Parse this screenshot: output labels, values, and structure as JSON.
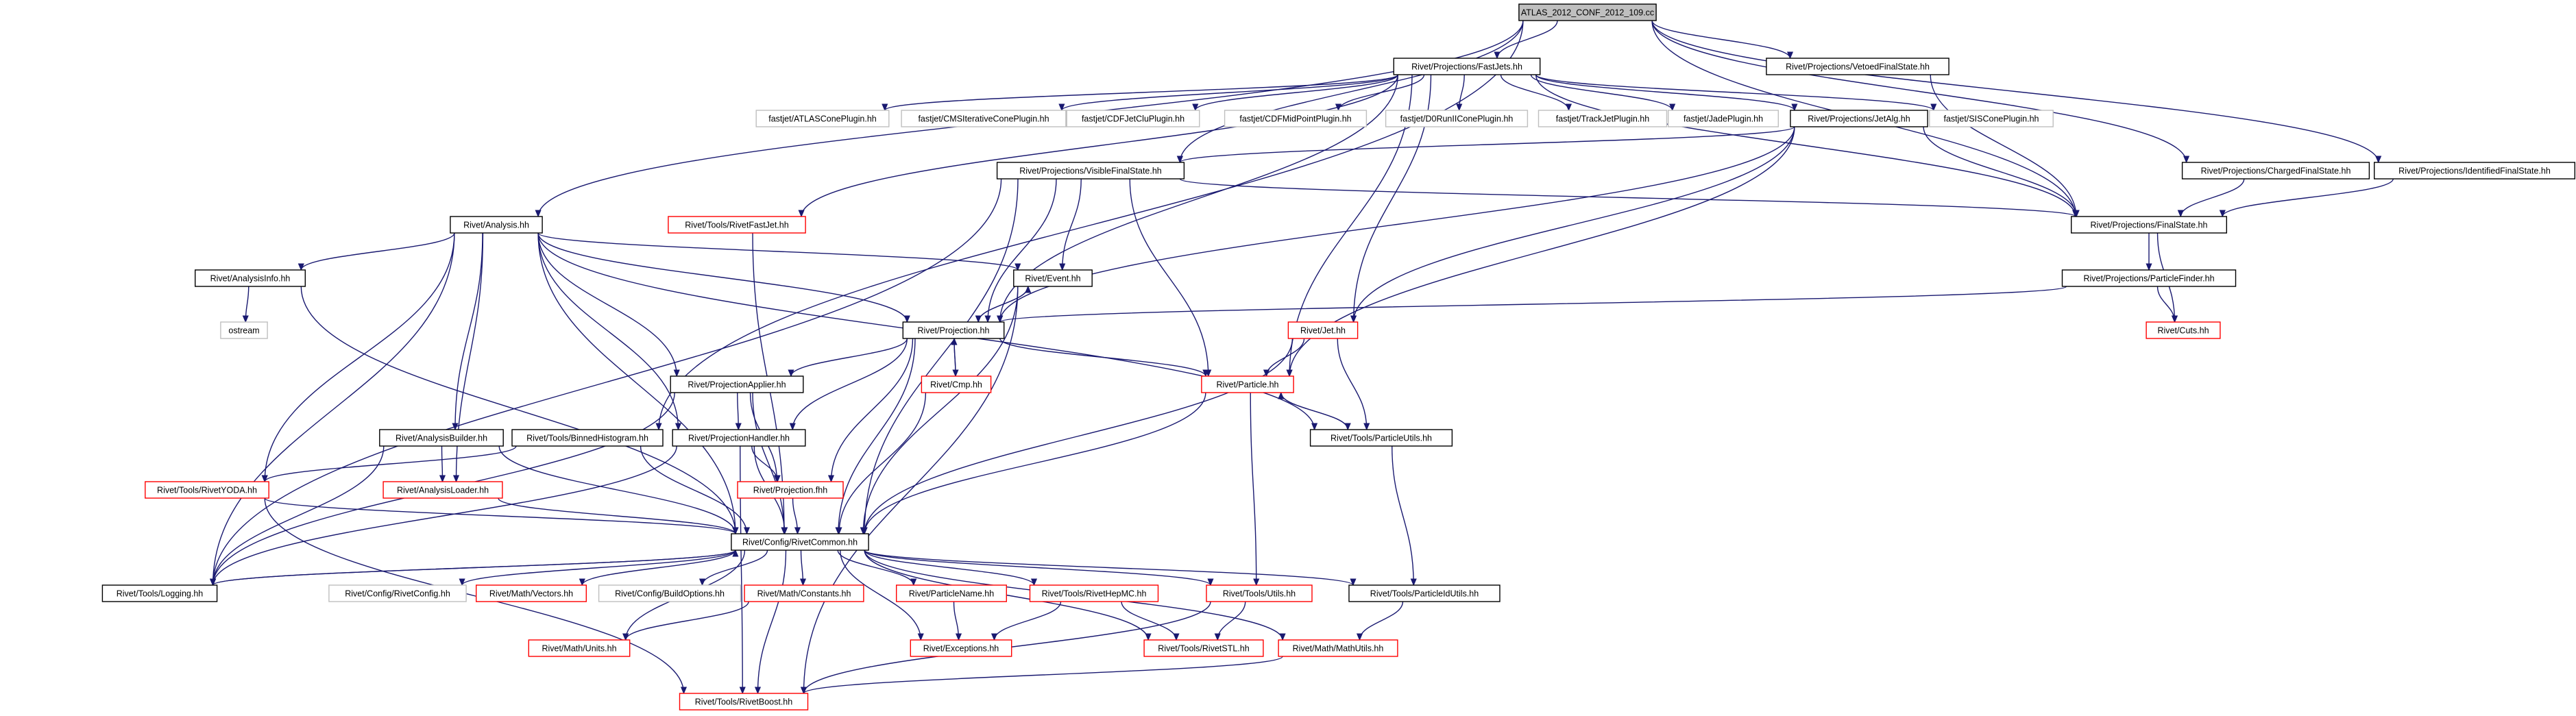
{
  "title": "ATLAS_2012_CONF_2012_109.cc",
  "colors": {
    "edge": "#191970",
    "root_fill": "#bfbfbf",
    "root_border": "#000000",
    "documented_border": "#000000",
    "undocumented_border": "#ff0000",
    "external_border": "#bfbfbf"
  },
  "nodes": [
    {
      "id": "root",
      "label": "ATLAS_2012_CONF_2012_109.cc",
      "kind": "root"
    },
    {
      "id": "fastjets",
      "label": "Rivet/Projections/FastJets.hh",
      "kind": "doc"
    },
    {
      "id": "vetoed",
      "label": "Rivet/Projections/VetoedFinalState.hh",
      "kind": "doc"
    },
    {
      "id": "atlascone",
      "label": "fastjet/ATLASConePlugin.hh",
      "kind": "ext"
    },
    {
      "id": "cmsiter",
      "label": "fastjet/CMSIterativeConePlugin.hh",
      "kind": "ext"
    },
    {
      "id": "cdfjetclu",
      "label": "fastjet/CDFJetCluPlugin.hh",
      "kind": "ext"
    },
    {
      "id": "cdfmid",
      "label": "fastjet/CDFMidPointPlugin.hh",
      "kind": "ext"
    },
    {
      "id": "d0run",
      "label": "fastjet/D0RunIIConePlugin.hh",
      "kind": "ext"
    },
    {
      "id": "trackjet",
      "label": "fastjet/TrackJetPlugin.hh",
      "kind": "ext"
    },
    {
      "id": "jade",
      "label": "fastjet/JadePlugin.hh",
      "kind": "ext"
    },
    {
      "id": "jetalg",
      "label": "Rivet/Projections/JetAlg.hh",
      "kind": "doc"
    },
    {
      "id": "siscone",
      "label": "fastjet/SISConePlugin.hh",
      "kind": "ext"
    },
    {
      "id": "visible",
      "label": "Rivet/Projections/VisibleFinalState.hh",
      "kind": "doc"
    },
    {
      "id": "charged",
      "label": "Rivet/Projections/ChargedFinalState.hh",
      "kind": "doc"
    },
    {
      "id": "identified",
      "label": "Rivet/Projections/IdentifiedFinalState.hh",
      "kind": "doc"
    },
    {
      "id": "analysis",
      "label": "Rivet/Analysis.hh",
      "kind": "doc"
    },
    {
      "id": "rivetfastjet",
      "label": "Rivet/Tools/RivetFastJet.hh",
      "kind": "undoc"
    },
    {
      "id": "finalstate",
      "label": "Rivet/Projections/FinalState.hh",
      "kind": "doc"
    },
    {
      "id": "analysisinfo",
      "label": "Rivet/AnalysisInfo.hh",
      "kind": "doc"
    },
    {
      "id": "event",
      "label": "Rivet/Event.hh",
      "kind": "doc"
    },
    {
      "id": "pfinder",
      "label": "Rivet/Projections/ParticleFinder.hh",
      "kind": "doc"
    },
    {
      "id": "ostream",
      "label": "ostream",
      "kind": "ext"
    },
    {
      "id": "projection",
      "label": "Rivet/Projection.hh",
      "kind": "doc"
    },
    {
      "id": "jet",
      "label": "Rivet/Jet.hh",
      "kind": "undoc"
    },
    {
      "id": "cuts",
      "label": "Rivet/Cuts.hh",
      "kind": "undoc"
    },
    {
      "id": "cmp",
      "label": "Rivet/Cmp.hh",
      "kind": "undoc"
    },
    {
      "id": "particle",
      "label": "Rivet/Particle.hh",
      "kind": "undoc"
    },
    {
      "id": "papplier",
      "label": "Rivet/ProjectionApplier.hh",
      "kind": "doc"
    },
    {
      "id": "abuilder",
      "label": "Rivet/AnalysisBuilder.hh",
      "kind": "doc"
    },
    {
      "id": "binnedhisto",
      "label": "Rivet/Tools/BinnedHistogram.hh",
      "kind": "doc"
    },
    {
      "id": "phandler",
      "label": "Rivet/ProjectionHandler.hh",
      "kind": "doc"
    },
    {
      "id": "putils",
      "label": "Rivet/Tools/ParticleUtils.hh",
      "kind": "doc"
    },
    {
      "id": "rivetyoda",
      "label": "Rivet/Tools/RivetYODA.hh",
      "kind": "undoc"
    },
    {
      "id": "aloader",
      "label": "Rivet/AnalysisLoader.hh",
      "kind": "undoc"
    },
    {
      "id": "projfhh",
      "label": "Rivet/Projection.fhh",
      "kind": "undoc"
    },
    {
      "id": "rivetcommon",
      "label": "Rivet/Config/RivetCommon.hh",
      "kind": "doc"
    },
    {
      "id": "logging",
      "label": "Rivet/Tools/Logging.hh",
      "kind": "doc"
    },
    {
      "id": "rivetconfig",
      "label": "Rivet/Config/RivetConfig.hh",
      "kind": "ext"
    },
    {
      "id": "vectors",
      "label": "Rivet/Math/Vectors.hh",
      "kind": "undoc"
    },
    {
      "id": "buildopts",
      "label": "Rivet/Config/BuildOptions.hh",
      "kind": "ext"
    },
    {
      "id": "constants",
      "label": "Rivet/Math/Constants.hh",
      "kind": "undoc"
    },
    {
      "id": "pname",
      "label": "Rivet/ParticleName.hh",
      "kind": "undoc"
    },
    {
      "id": "hepmc",
      "label": "Rivet/Tools/RivetHepMC.hh",
      "kind": "undoc"
    },
    {
      "id": "tutils",
      "label": "Rivet/Tools/Utils.hh",
      "kind": "undoc"
    },
    {
      "id": "pidutils",
      "label": "Rivet/Tools/ParticleIdUtils.hh",
      "kind": "doc"
    },
    {
      "id": "units",
      "label": "Rivet/Math/Units.hh",
      "kind": "undoc"
    },
    {
      "id": "exceptions",
      "label": "Rivet/Exceptions.hh",
      "kind": "undoc"
    },
    {
      "id": "rivetstl",
      "label": "Rivet/Tools/RivetSTL.hh",
      "kind": "undoc"
    },
    {
      "id": "mathutils",
      "label": "Rivet/Math/MathUtils.hh",
      "kind": "undoc"
    },
    {
      "id": "boost",
      "label": "Rivet/Tools/RivetBoost.hh",
      "kind": "undoc"
    }
  ],
  "edges": [
    [
      "root",
      "fastjets"
    ],
    [
      "root",
      "vetoed"
    ],
    [
      "root",
      "analysis"
    ],
    [
      "root",
      "binnedhisto"
    ],
    [
      "root",
      "visible"
    ],
    [
      "root",
      "charged"
    ],
    [
      "root",
      "identified"
    ],
    [
      "root",
      "finalstate"
    ],
    [
      "fastjets",
      "atlascone"
    ],
    [
      "fastjets",
      "cmsiter"
    ],
    [
      "fastjets",
      "cdfjetclu"
    ],
    [
      "fastjets",
      "cdfmid"
    ],
    [
      "fastjets",
      "d0run"
    ],
    [
      "fastjets",
      "trackjet"
    ],
    [
      "fastjets",
      "jade"
    ],
    [
      "fastjets",
      "jetalg"
    ],
    [
      "fastjets",
      "siscone"
    ],
    [
      "fastjets",
      "rivetfastjet"
    ],
    [
      "fastjets",
      "projection"
    ],
    [
      "fastjets",
      "particle"
    ],
    [
      "fastjets",
      "jet"
    ],
    [
      "fastjets",
      "finalstate"
    ],
    [
      "vetoed",
      "finalstate"
    ],
    [
      "jetalg",
      "visible"
    ],
    [
      "jetalg",
      "finalstate"
    ],
    [
      "jetalg",
      "projection"
    ],
    [
      "jetalg",
      "jet"
    ],
    [
      "jetalg",
      "particle"
    ],
    [
      "visible",
      "finalstate"
    ],
    [
      "visible",
      "projection"
    ],
    [
      "visible",
      "event"
    ],
    [
      "visible",
      "particle"
    ],
    [
      "visible",
      "rivetcommon"
    ],
    [
      "visible",
      "logging"
    ],
    [
      "charged",
      "finalstate"
    ],
    [
      "identified",
      "finalstate"
    ],
    [
      "finalstate",
      "pfinder"
    ],
    [
      "finalstate",
      "cuts"
    ],
    [
      "pfinder",
      "projection"
    ],
    [
      "pfinder",
      "cuts"
    ],
    [
      "analysis",
      "analysisinfo"
    ],
    [
      "analysis",
      "event"
    ],
    [
      "analysis",
      "projection"
    ],
    [
      "analysis",
      "papplier"
    ],
    [
      "analysis",
      "abuilder"
    ],
    [
      "analysis",
      "phandler"
    ],
    [
      "analysis",
      "aloader"
    ],
    [
      "analysis",
      "rivetyoda"
    ],
    [
      "analysis",
      "logging"
    ],
    [
      "analysis",
      "rivetcommon"
    ],
    [
      "analysis",
      "putils"
    ],
    [
      "analysisinfo",
      "ostream"
    ],
    [
      "analysisinfo",
      "rivetcommon"
    ],
    [
      "rivetfastjet",
      "rivetcommon"
    ],
    [
      "event",
      "projection"
    ],
    [
      "event",
      "rivetcommon"
    ],
    [
      "event",
      "boost"
    ],
    [
      "projection",
      "event"
    ],
    [
      "projection",
      "cmp"
    ],
    [
      "projection",
      "particle"
    ],
    [
      "projection",
      "papplier"
    ],
    [
      "projection",
      "phandler"
    ],
    [
      "projection",
      "projfhh"
    ],
    [
      "projection",
      "rivetcommon"
    ],
    [
      "cmp",
      "projection"
    ],
    [
      "cmp",
      "rivetcommon"
    ],
    [
      "jet",
      "particle"
    ],
    [
      "jet",
      "putils"
    ],
    [
      "jet",
      "rivetcommon"
    ],
    [
      "particle",
      "putils"
    ],
    [
      "particle",
      "rivetcommon"
    ],
    [
      "particle",
      "tutils"
    ],
    [
      "putils",
      "particle"
    ],
    [
      "putils",
      "pidutils"
    ],
    [
      "papplier",
      "phandler"
    ],
    [
      "papplier",
      "projfhh"
    ],
    [
      "papplier",
      "logging"
    ],
    [
      "papplier",
      "rivetcommon"
    ],
    [
      "abuilder",
      "aloader"
    ],
    [
      "abuilder",
      "logging"
    ],
    [
      "abuilder",
      "rivetcommon"
    ],
    [
      "binnedhisto",
      "rivetyoda"
    ],
    [
      "binnedhisto",
      "rivetcommon"
    ],
    [
      "phandler",
      "projfhh"
    ],
    [
      "phandler",
      "rivetcommon"
    ],
    [
      "phandler",
      "logging"
    ],
    [
      "phandler",
      "boost"
    ],
    [
      "rivetyoda",
      "rivetcommon"
    ],
    [
      "rivetyoda",
      "boost"
    ],
    [
      "aloader",
      "rivetcommon"
    ],
    [
      "projfhh",
      "rivetcommon"
    ],
    [
      "rivetcommon",
      "logging"
    ],
    [
      "rivetcommon",
      "rivetconfig"
    ],
    [
      "rivetcommon",
      "vectors"
    ],
    [
      "rivetcommon",
      "buildopts"
    ],
    [
      "rivetcommon",
      "constants"
    ],
    [
      "rivetcommon",
      "pname"
    ],
    [
      "rivetcommon",
      "hepmc"
    ],
    [
      "rivetcommon",
      "tutils"
    ],
    [
      "rivetcommon",
      "pidutils"
    ],
    [
      "rivetcommon",
      "units"
    ],
    [
      "rivetcommon",
      "exceptions"
    ],
    [
      "rivetcommon",
      "rivetstl"
    ],
    [
      "rivetcommon",
      "mathutils"
    ],
    [
      "rivetcommon",
      "boost"
    ],
    [
      "logging",
      "rivetcommon"
    ],
    [
      "constants",
      "units"
    ],
    [
      "pname",
      "exceptions"
    ],
    [
      "hepmc",
      "exceptions"
    ],
    [
      "hepmc",
      "rivetstl"
    ],
    [
      "tutils",
      "rivetstl"
    ],
    [
      "tutils",
      "boost"
    ],
    [
      "pidutils",
      "mathutils"
    ],
    [
      "mathutils",
      "boost"
    ]
  ]
}
